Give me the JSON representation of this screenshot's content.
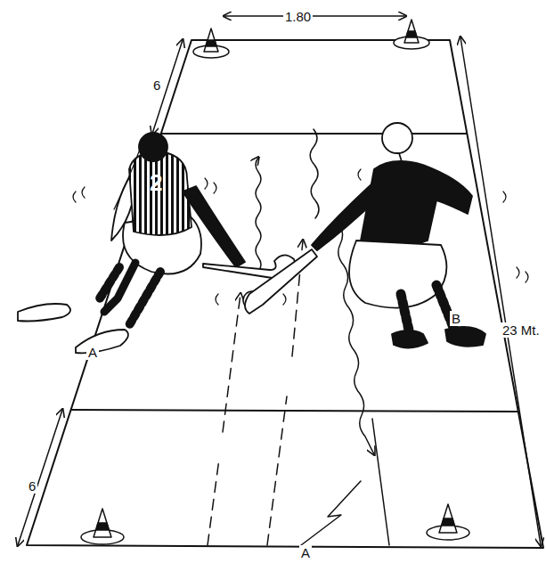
{
  "diagram": {
    "labels": [
      "1.80",
      "6",
      "2",
      "A",
      "B",
      "23 Mt.",
      "6",
      "A"
    ]
  }
}
